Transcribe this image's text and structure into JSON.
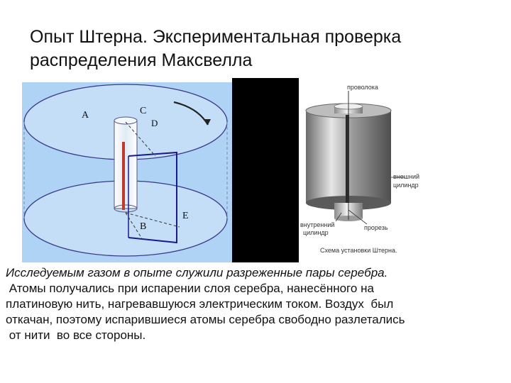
{
  "slide": {
    "title_lines": [
      "Опыт Штерна. Экспериментальная проверка",
      "распределения Максвелла"
    ],
    "left_figure": {
      "labels": {
        "a": "A",
        "c": "C",
        "d": "D",
        "b": "B",
        "e": "E"
      },
      "colors": {
        "background": "#aed3f5",
        "ellipse": "#3a3a8a",
        "filament": "#c0392b"
      }
    },
    "right_figure": {
      "labels": {
        "wire": "проволока",
        "outer_1": "внешний",
        "outer_2": "цилиндр",
        "inner_1": "внутренний",
        "inner_2": "цилиндр",
        "slit": "прорезь",
        "caption": "Схема установки Штерна."
      }
    },
    "body_lines": [
      "Исследуемым газом в опыте служили разреженные пары серебра.",
      " Атомы получались при испарении слоя серебра, нанесённого на",
      "платиновую нить, нагревавшуюся электрическим током. Воздух  был",
      "откачан, поэтому испарившиеся атомы серебра свободно разлетались",
      " от нити  во все стороны."
    ]
  }
}
